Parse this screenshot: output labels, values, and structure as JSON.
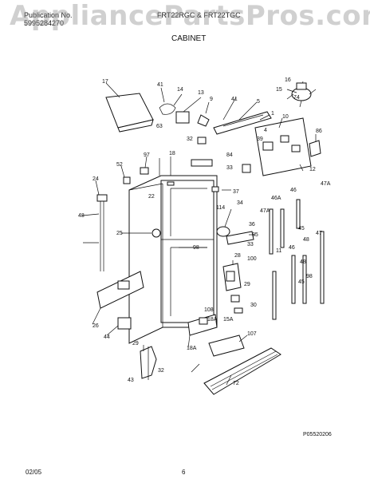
{
  "header": {
    "publication_label": "Publication No.",
    "publication_number": "5995284270",
    "models": "FRT22RGC & FRT22TGC",
    "section_title": "CABINET"
  },
  "watermark": "AppliancePartsPros.com",
  "diagram_code": "P05520206",
  "footer": {
    "date": "02/05",
    "page": "6"
  },
  "callouts": [
    "17",
    "41",
    "14",
    "13",
    "9",
    "41",
    "5",
    "15",
    "16",
    "74",
    "1",
    "10",
    "4",
    "86",
    "39",
    "63",
    "32",
    "97",
    "18",
    "52",
    "84",
    "33",
    "12",
    "47A",
    "24",
    "22",
    "37",
    "46",
    "25",
    "114",
    "34",
    "48",
    "98",
    "35",
    "36",
    "46A",
    "45",
    "48",
    "33",
    "47A",
    "47",
    "11",
    "28",
    "100",
    "29",
    "46",
    "98",
    "48",
    "45",
    "44",
    "108",
    "30",
    "15A",
    "18A",
    "29",
    "107",
    "43",
    "32",
    "18A",
    "72",
    "26"
  ],
  "colors": {
    "line": "#111111",
    "watermark": "#969696"
  }
}
